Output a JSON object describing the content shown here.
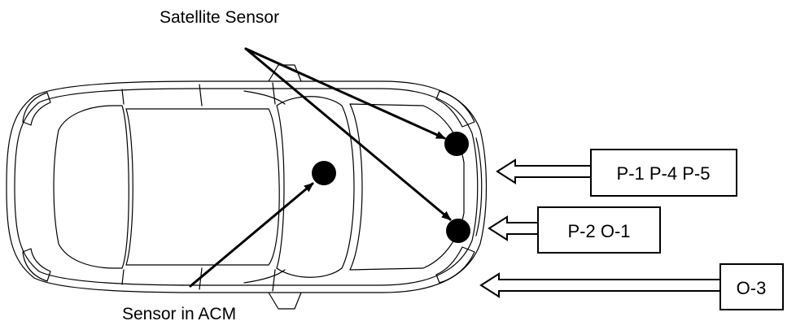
{
  "labels": {
    "satellite_sensor": "Satellite Sensor",
    "sensor_in_acm": "Sensor in ACM"
  },
  "impact_boxes": [
    {
      "label": "P-1 P-4 P-5"
    },
    {
      "label": "P-2 O-1"
    },
    {
      "label": "O-3"
    }
  ],
  "colors": {
    "line": "#000000",
    "sensor_dot": "#000000",
    "background": "#ffffff"
  }
}
